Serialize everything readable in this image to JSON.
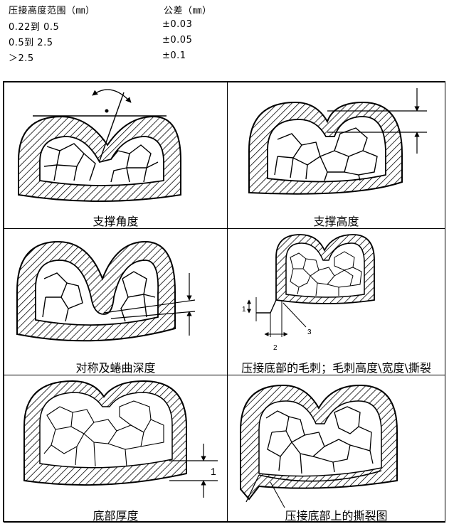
{
  "tolerance_table": {
    "header": {
      "range": "压接高度范围（㎜）",
      "tolerance": "公差（㎜）"
    },
    "rows": [
      {
        "range": "0.22到 0.5",
        "tolerance": "±0.03"
      },
      {
        "range": "0.5到 2.5",
        "tolerance": "±0.05"
      },
      {
        "range": "＞2.5",
        "tolerance": "±0.1"
      }
    ]
  },
  "figures": [
    {
      "caption": "支撑角度"
    },
    {
      "caption": "支撑高度"
    },
    {
      "caption": "对称及蜷曲深度"
    },
    {
      "caption": "压接底部的毛刺；毛刺高度\\宽度\\撕裂",
      "callouts": [
        "1",
        "2",
        "3"
      ]
    },
    {
      "caption": "底部厚度",
      "callouts": [
        "1"
      ]
    },
    {
      "caption": "压接底部上的撕裂图"
    }
  ]
}
